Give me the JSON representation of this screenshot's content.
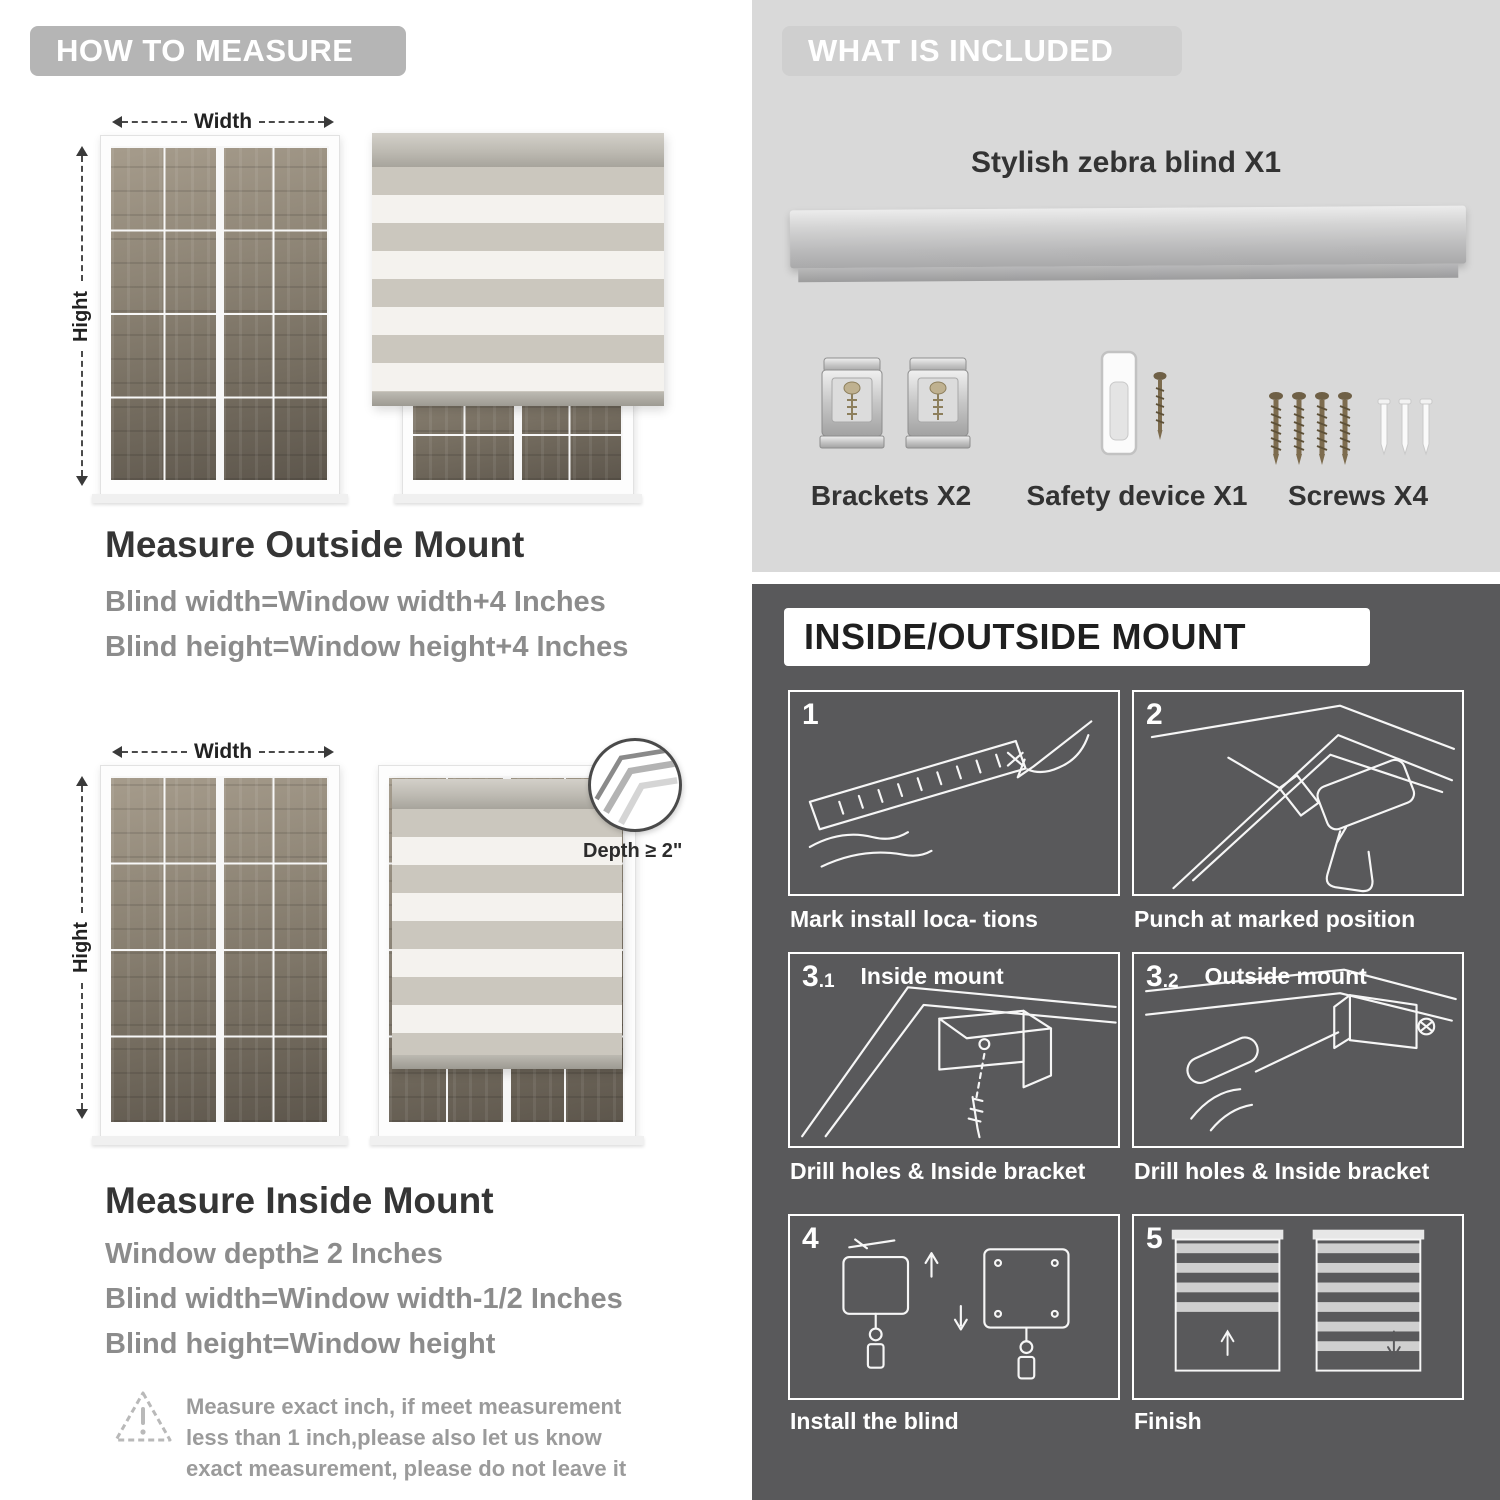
{
  "colors": {
    "pill_gray": "#b5b5b5",
    "light_section_bg": "#d9d9d9",
    "dark_section_bg": "#59595b",
    "stripe_solid": "#cbc7be",
    "stripe_sheer": "#f4f2ee"
  },
  "left": {
    "header": "HOW TO MEASURE",
    "outside": {
      "width_label": "Width",
      "height_label": "Hight",
      "title": "Measure Outside Mount",
      "formula1": "Blind width=Window width+4 Inches",
      "formula2": "Blind height=Window height+4 Inches"
    },
    "inside": {
      "width_label": "Width",
      "height_label": "Hight",
      "depth_label": "Depth ≥ 2\"",
      "title": "Measure Inside Mount",
      "formula1": "Window depth≥ 2 Inches",
      "formula2": "Blind width=Window width-1/2 Inches",
      "formula3": "Blind height=Window height"
    },
    "warning": {
      "text": "Measure exact inch, if meet measurement less than 1 inch,please also let us know exact measurement, please do not leave it"
    }
  },
  "right": {
    "included": {
      "header": "WHAT IS INCLUDED",
      "blind_label": "Stylish zebra blind X1",
      "brackets_label": "Brackets X2",
      "safety_label": "Safety device X1",
      "screws_label": "Screws X4"
    },
    "mount": {
      "header": "INSIDE/OUTSIDE MOUNT",
      "steps": [
        {
          "num": "1",
          "caption": "Mark install loca- tions"
        },
        {
          "num": "2",
          "caption": "Punch at  marked position"
        },
        {
          "num": "3",
          "sub": ".1",
          "title": "Inside mount",
          "caption": "Drill holes &  Inside bracket"
        },
        {
          "num": "3",
          "sub": ".2",
          "title": "Outside mount",
          "caption": "Drill holes &  Inside bracket"
        },
        {
          "num": "4",
          "caption": "Install the blind"
        },
        {
          "num": "5",
          "caption": "Finish"
        }
      ]
    }
  }
}
